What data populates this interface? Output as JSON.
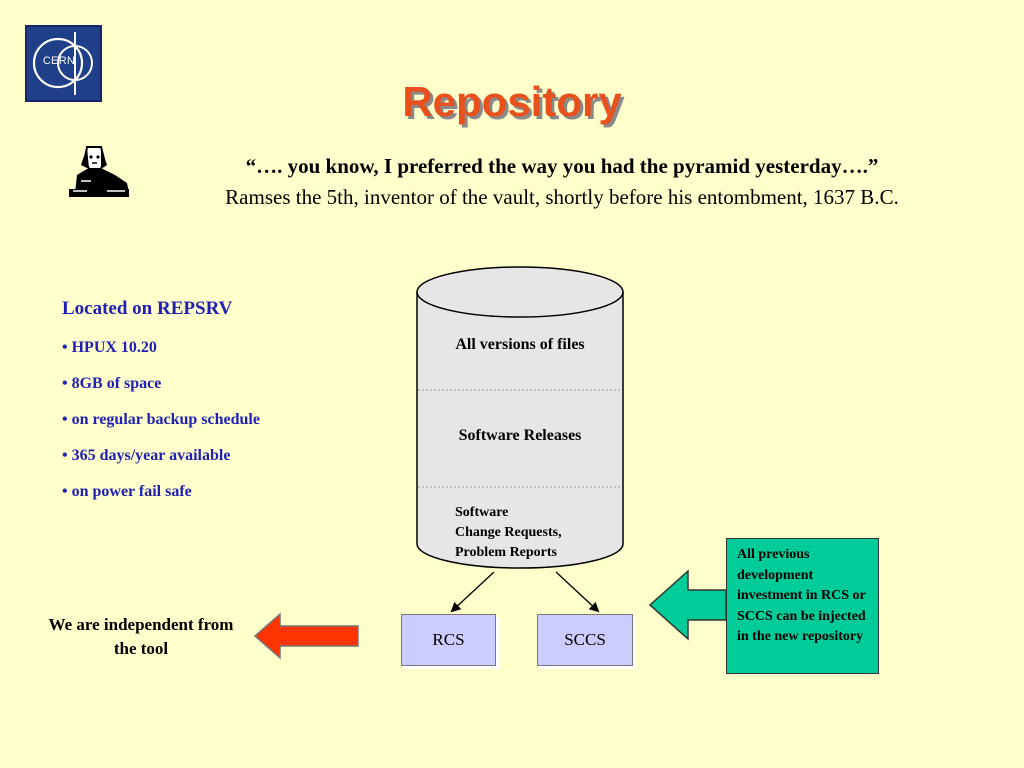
{
  "logo": {
    "text": "CERN"
  },
  "title": "Repository",
  "quote": {
    "text": "“…. you know, I preferred the way you had the pyramid yesterday….”",
    "attribution": "Ramses the 5th, inventor of the vault, shortly before his entombment, 1637 B.C."
  },
  "left_panel": {
    "heading": "Located on REPSRV",
    "bullets": [
      "• HPUX 10.20",
      "• 8GB of space",
      "• on regular backup schedule",
      "• 365 days/year available",
      "• on power fail safe"
    ]
  },
  "repository": {
    "sections": [
      "All versions of files",
      "Software Releases"
    ],
    "bottom_lines": [
      "Software",
      "Change Requests,",
      "Problem Reports"
    ]
  },
  "tools": {
    "rcs": "RCS",
    "sccs": "SCCS"
  },
  "left_arrow_text": "We are independent from the tool",
  "right_arrow_text": "All previous development investment in RCS or SCCS can be injected in the new repository",
  "colors": {
    "background": "#ffffcc",
    "title": "#e8501c",
    "bullets": "#2020b4",
    "cylinder": "#e6e6e6",
    "tool_box": "#ccccff",
    "left_arrow": "#ff3300",
    "right_arrow": "#00cc99"
  },
  "icons": {
    "logo": "cern-logo-icon",
    "sphinx": "sphinx-icon"
  }
}
